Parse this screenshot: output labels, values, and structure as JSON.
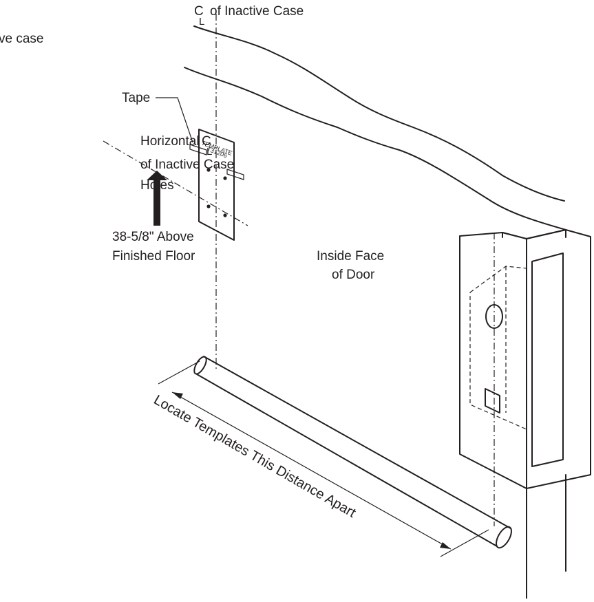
{
  "labels": {
    "centerline_inactive_case": "of Inactive Case",
    "inactive_case_partial": "ve case",
    "tape": "Tape",
    "horizontal_cl_line1": "Horizontal",
    "horizontal_cl_line2": "of Inactive Case",
    "horizontal_cl_line3": "Holes",
    "height_line1": "38-5/8\" Above",
    "height_line2": "Finished Floor",
    "inside_face_line1": "Inside Face",
    "inside_face_line2": "of Door",
    "distance": "Locate Templates This Distance Apart"
  },
  "template": {
    "line1": "TEMPLATE",
    "line2": "T31206"
  },
  "colors": {
    "ink": "#231f20",
    "background": "#ffffff"
  }
}
